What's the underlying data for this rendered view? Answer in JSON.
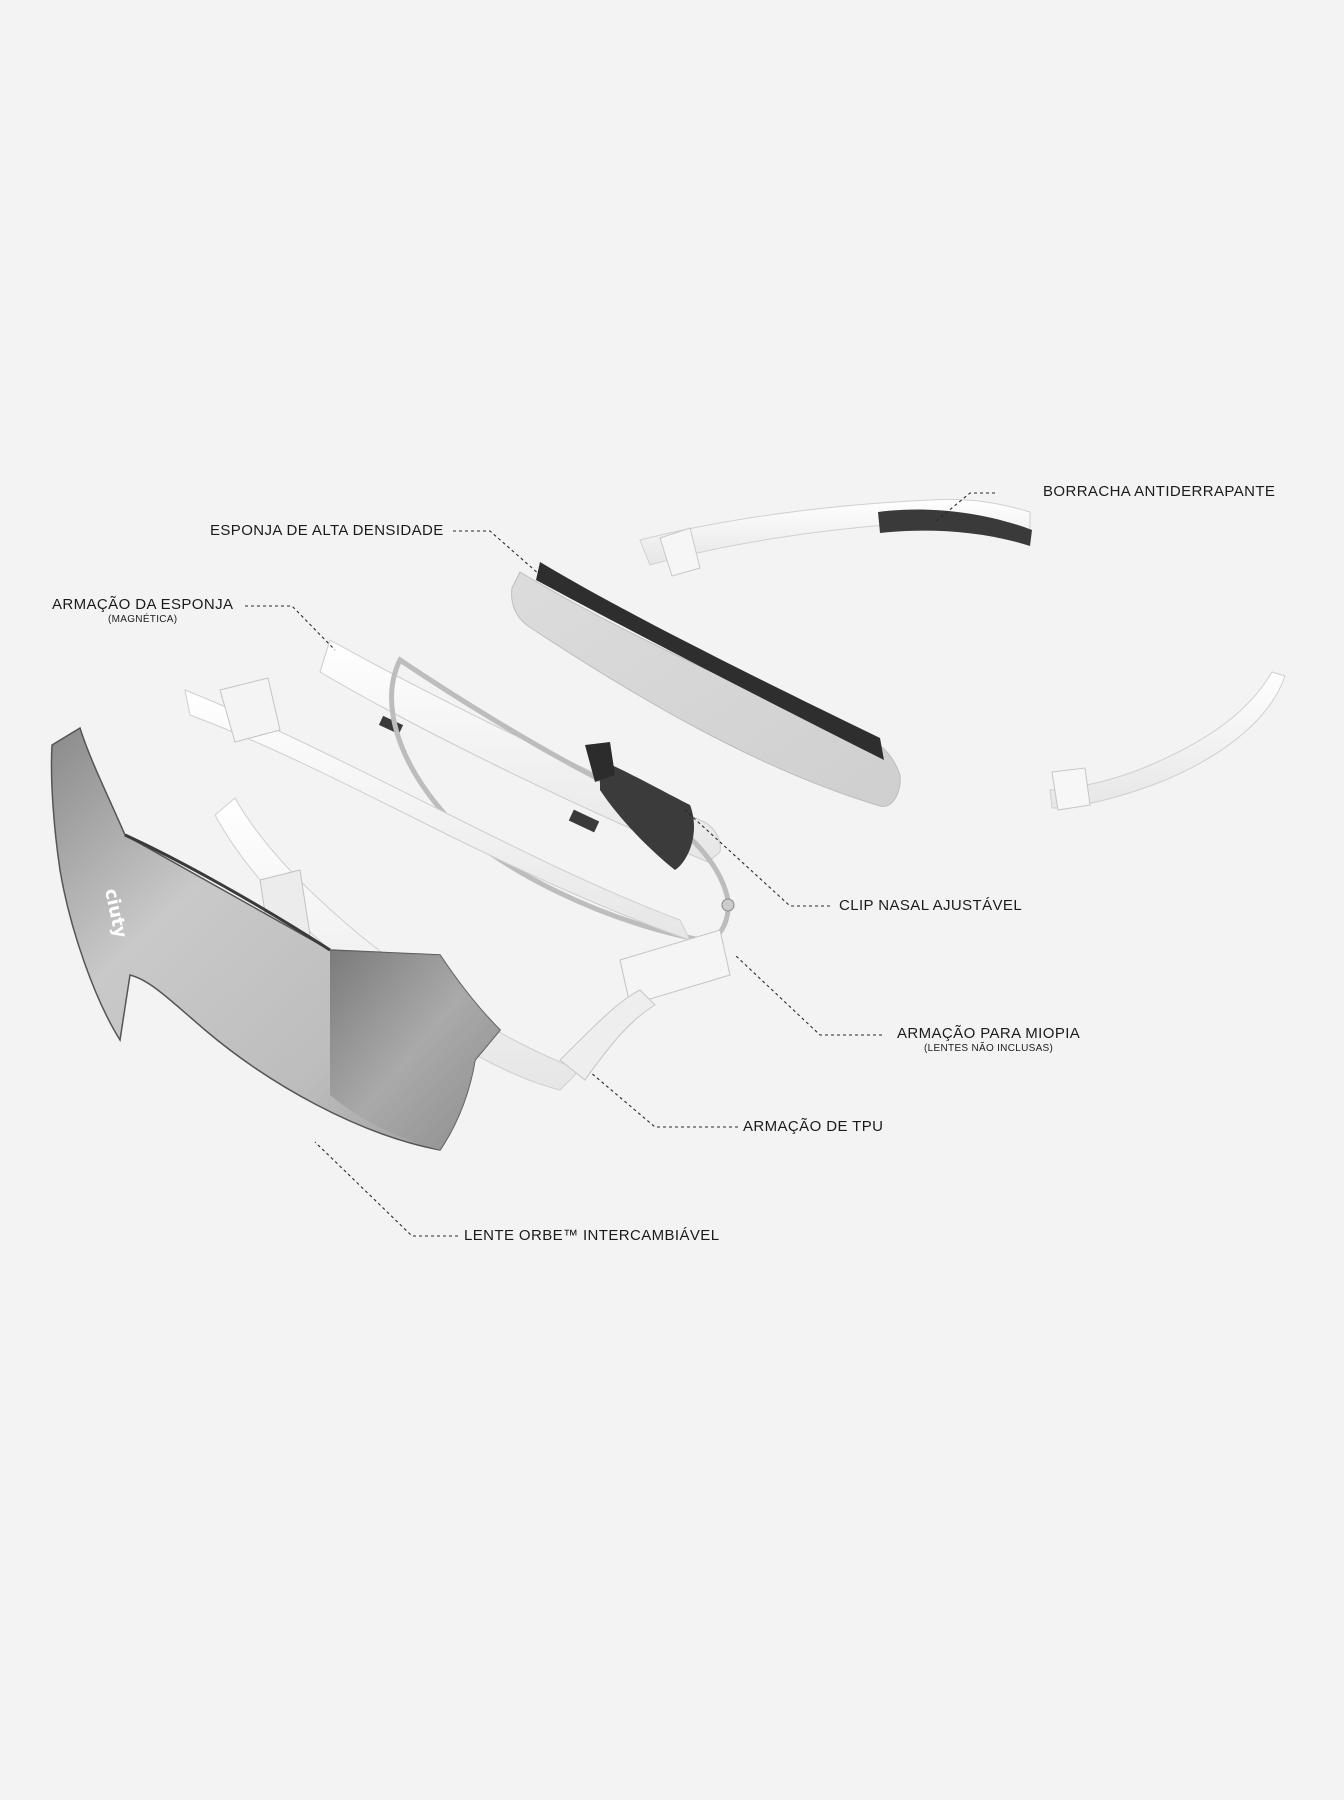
{
  "diagram": {
    "brand_mark": "ciuty",
    "callouts": {
      "borracha": {
        "label": "BORRACHA ANTIDERRAPANTE"
      },
      "esponja": {
        "label": "ESPONJA DE ALTA DENSIDADE"
      },
      "armacao_esponja": {
        "label": "ARMAÇÃO DA ESPONJA",
        "note": "(MAGNÉTICA)"
      },
      "clip_nasal": {
        "label": "CLIP NASAL AJUSTÁVEL"
      },
      "armacao_miopia": {
        "label": "ARMAÇÃO PARA MIOPIA",
        "note": "(LENTES NÃO INCLUSAS)"
      },
      "armacao_tpu": {
        "label": "ARMAÇÃO DE TPU"
      },
      "lente": {
        "label": "LENTE ORBE™ INTERCAMBIÁVEL"
      }
    }
  }
}
